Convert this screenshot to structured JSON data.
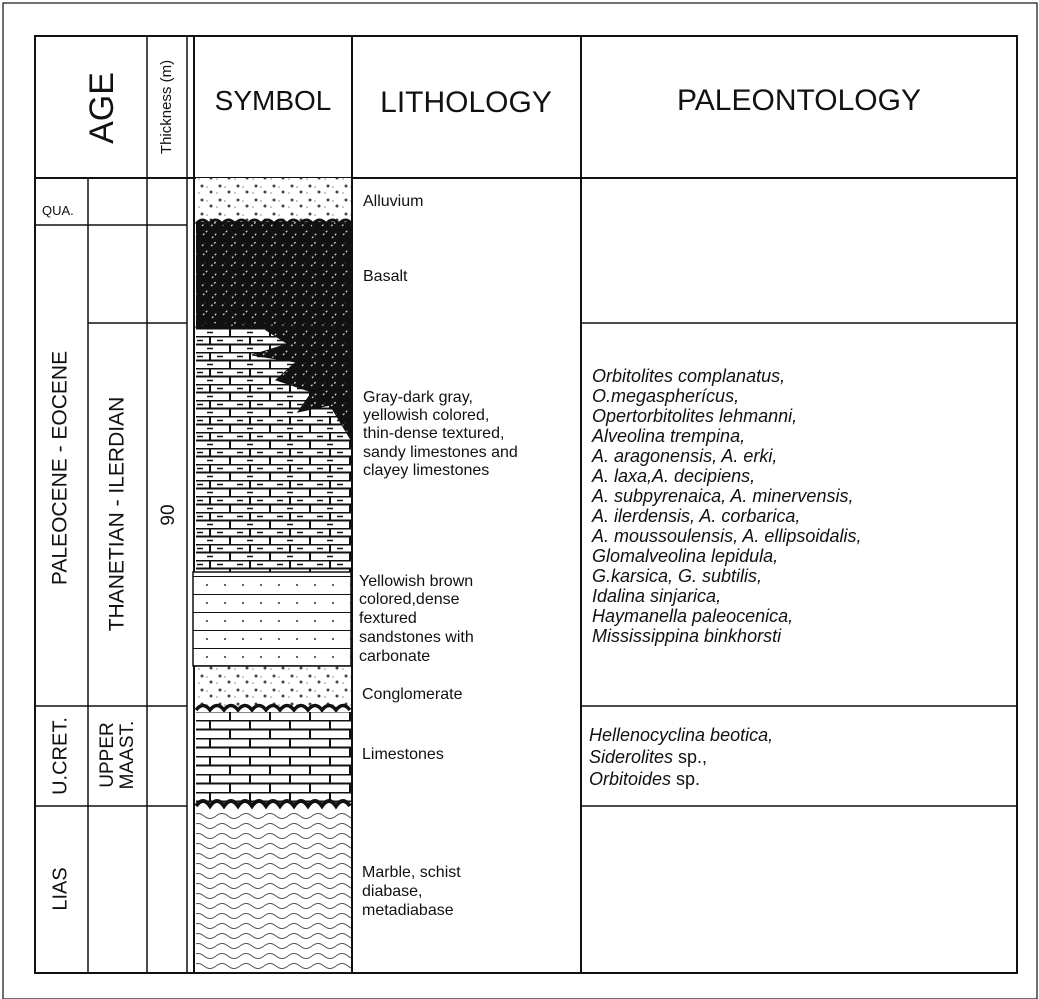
{
  "headers": {
    "age": "AGE",
    "thickness": "Thickness (m)",
    "symbol": "SYMBOL",
    "lithology": "LITHOLOGY",
    "paleontology": "PALEONTOLOGY"
  },
  "ages": {
    "qua": "QUA.",
    "paleocene_eocene": "PALEOCENE - EOCENE",
    "thanetian_ilerdian": "THANETIAN - ILERDIAN",
    "u_cret": "U.CRET.",
    "upper_maast_1": "UPPER",
    "upper_maast_2": "MAAST.",
    "lias": "LIAS",
    "thickness_value": "90"
  },
  "lithology": {
    "alluvium": "Alluvium",
    "basalt": "Basalt",
    "gray_1": "Gray-dark gray,",
    "gray_2": "yellowish colored,",
    "gray_3": "thin-dense textured,",
    "gray_4": "sandy limestones and",
    "gray_5": "clayey limestones",
    "yb_1": "Yellowish brown",
    "yb_2": "colored,dense",
    "yb_3": "fextured",
    "yb_4": "sandstones with",
    "yb_5": "carbonate",
    "conglomerate": "Conglomerate",
    "limestones": "Limestones",
    "marble_1": "Marble, schist",
    "marble_2": "diabase,",
    "marble_3": "metadiabase"
  },
  "paleontology": {
    "pe_lines": [
      "Orbitolites complanatus,",
      "O.megaspherícus,",
      "Opertorbitolites lehmanni,",
      "Alveolina trempina,",
      "A. aragonensis, A. erki,",
      "A. laxa,A. decipiens,",
      "A. subpyrenaica, A. minervensis,",
      "A. ilerdensis, A. corbarica,",
      "A. moussoulensis, A. ellipsoidalis,",
      "Glomalveolina lepidula,",
      "G.karsica, G. subtilis,",
      "Idalina sinjarica,",
      "Haymanella paleocenica,",
      "Mississippina binkhorsti"
    ],
    "cret_line1": "Hellenocyclina beotica,",
    "cret_line2_italic": "Siderolites",
    "cret_line2_roman": " sp.,",
    "cret_line3_italic": "Orbitoides",
    "cret_line3_roman": " sp."
  }
}
